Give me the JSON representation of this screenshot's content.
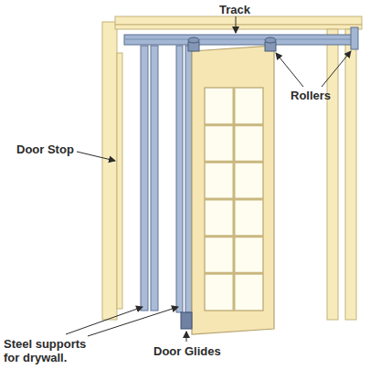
{
  "diagram": {
    "labels": [
      "Track",
      "Rollers",
      "Door Stop",
      "Steel supports for drywall.",
      "Door Glides"
    ]
  }
}
